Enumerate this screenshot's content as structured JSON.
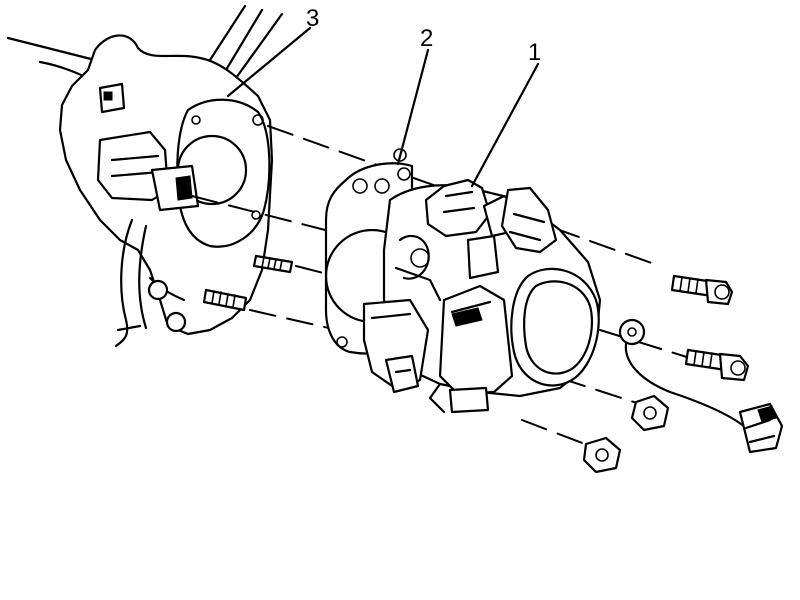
{
  "callouts": [
    {
      "id": "throttle-body",
      "label": "1"
    },
    {
      "id": "gasket",
      "label": "2"
    },
    {
      "id": "intake-manifold",
      "label": "3"
    }
  ],
  "colors": {
    "line": "#000000",
    "background": "#ffffff"
  }
}
